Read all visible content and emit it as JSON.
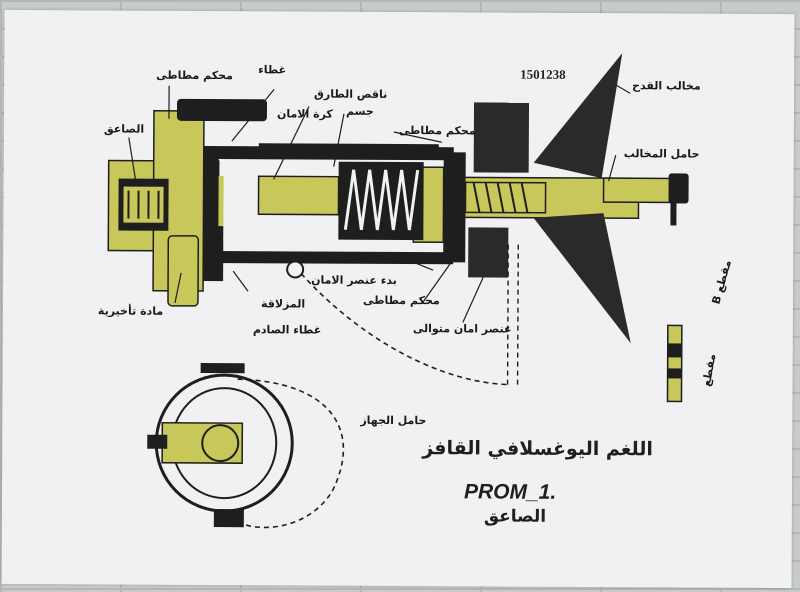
{
  "serial_number": "1501238",
  "labels": {
    "top_cover": "محكم مطاطى",
    "cover": "غطاء",
    "detonator": "الصاعق",
    "striker_pin": "ناقص الطارق",
    "body": "جسم",
    "safety_ball": "كرة الامان",
    "rubber_seal_right": "محكم مطاطى",
    "tripwire_claw": "مخالب القدح",
    "claw_holder": "حامل المخالب",
    "b_section": "مقطع B",
    "primer_charge": "مادة تأخيرية",
    "bracket_left": "المزلاقة",
    "bracket_cover": "غطاء الصادم",
    "safety_element_start": "بدء عنصر الامان",
    "rubber_seal_lower": "محكم مطاطى",
    "safety_element_spring": "عنصر امان متوالى",
    "device_holder": "حامل الجهاز"
  },
  "title": {
    "arabic": "اللغم اليوغسلافي القافز",
    "model": "PROM_1.",
    "subtitle": "الصاعق"
  },
  "colors": {
    "poster": "#f1f1f3",
    "ink": "#1e1e1e",
    "olive": "#c8c75a",
    "olive_dark": "#9fa03c",
    "wall": "#c8ccc9"
  }
}
